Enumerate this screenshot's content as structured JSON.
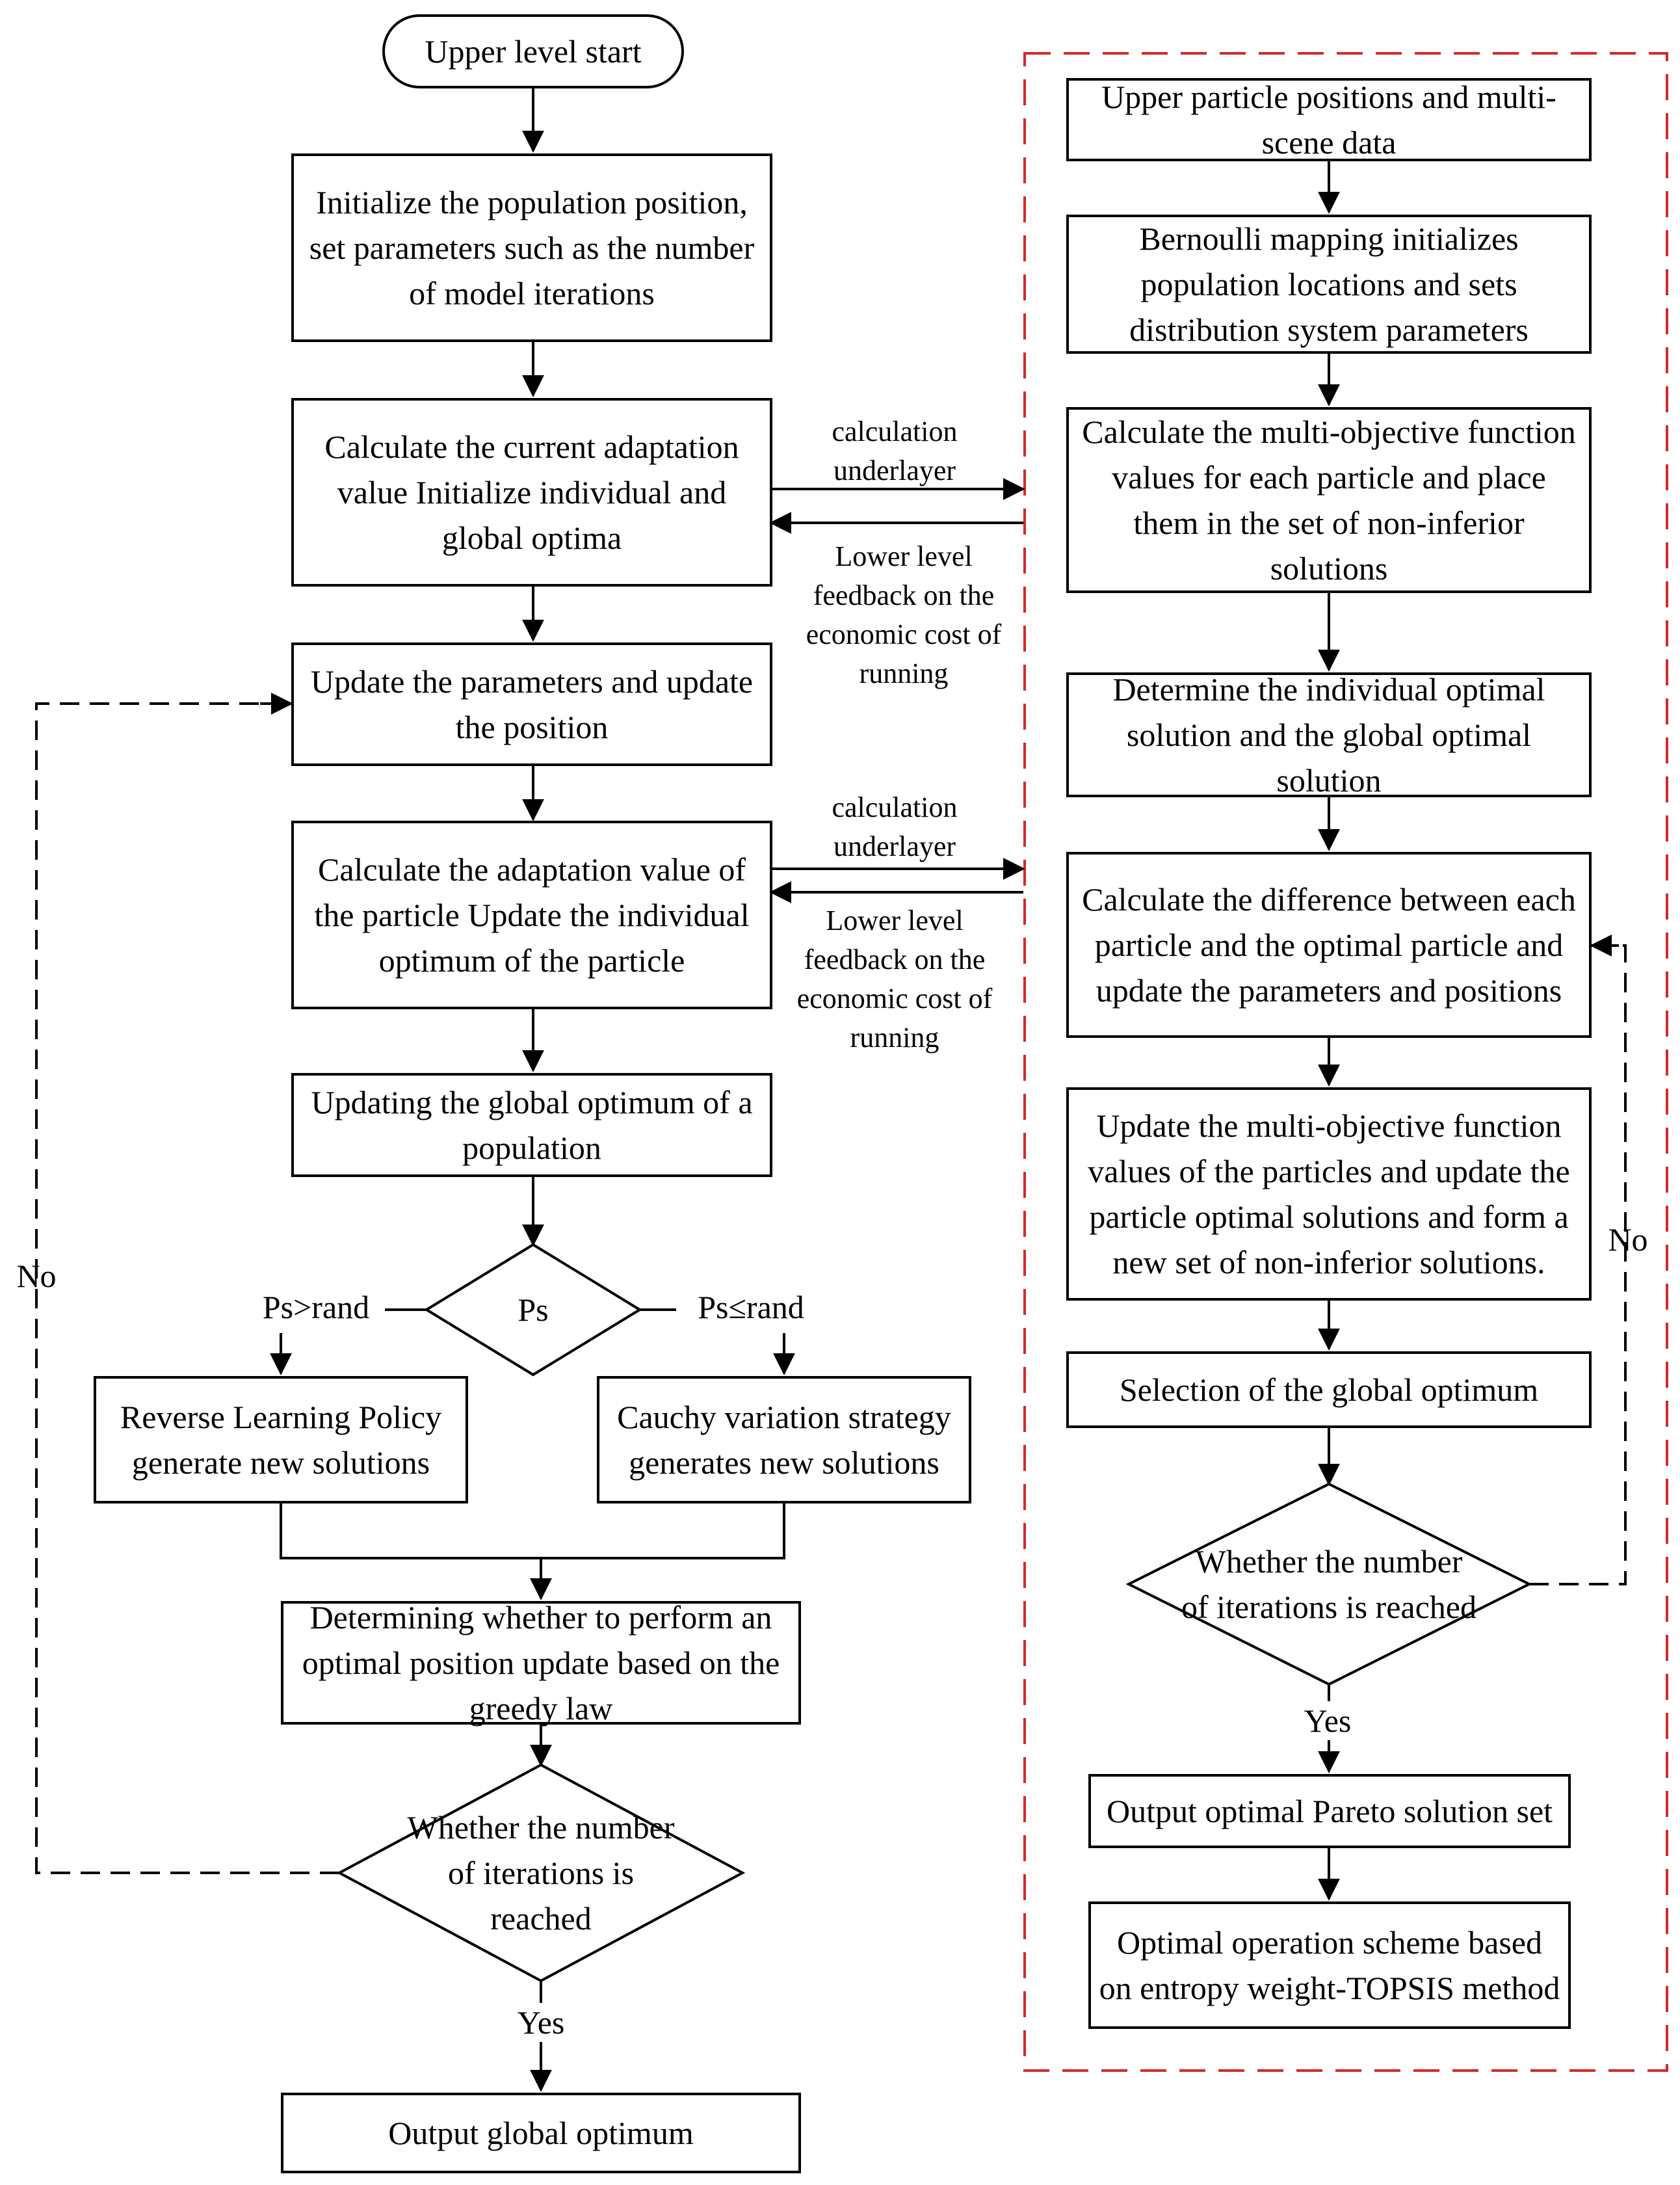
{
  "flowchart": {
    "upper": {
      "start": "Upper level start",
      "init": "Initialize the population position, set parameters such as the number of model iterations",
      "calc_current": "Calculate the current adaptation value Initialize individual and global optima",
      "update_params": "Update the parameters and update the position",
      "calc_particle": "Calculate the adaptation value of the particle Update the individual optimum of the particle",
      "update_global": "Updating the global optimum of a population",
      "decision_ps": "Ps",
      "branch_left": "Ps>rand",
      "branch_right": "Ps≤rand",
      "reverse_learning": "Reverse Learning Policy  generate new solutions",
      "cauchy": "Cauchy variation strategy generates new solutions",
      "greedy": "Determining whether to perform an optimal position update based on the greedy law",
      "decision_iter": "Whether the number of iterations is reached",
      "no_label": "No",
      "yes_label": "Yes",
      "output": "Output global optimum"
    },
    "connectors": {
      "calc_underlayer_1": "calculation\nunderlayer",
      "feedback_1": "Lower level\nfeedback on the\neconomic cost of\nrunning",
      "calc_underlayer_2": "calculation\nunderlayer",
      "feedback_2": "Lower level\nfeedback on the\neconomic cost of\nrunning"
    },
    "lower": {
      "input": "Upper particle positions and multi-scene data",
      "bernoulli": "Bernoulli mapping initializes population locations and sets distribution system parameters",
      "calc_multi": "Calculate the multi-objective function values for each particle and place them in the set of non-inferior solutions",
      "determine": "Determine the individual optimal solution and the global optimal solution",
      "difference": "Calculate the difference between each particle and the optimal particle and update the parameters and positions",
      "update_multi": "Update the multi-objective function values of the particles and update the particle optimal solutions and form a new set of non-inferior solutions.",
      "selection": "Selection of the global optimum",
      "decision_iter": "Whether the number of iterations is reached",
      "no_label": "No",
      "yes_label": "Yes",
      "pareto": "Output optimal Pareto solution set",
      "topsis": "Optimal operation scheme based on entropy weight-TOPSIS method"
    },
    "colors": {
      "line": "#000000",
      "dashed_frame": "#d42a2a"
    }
  }
}
